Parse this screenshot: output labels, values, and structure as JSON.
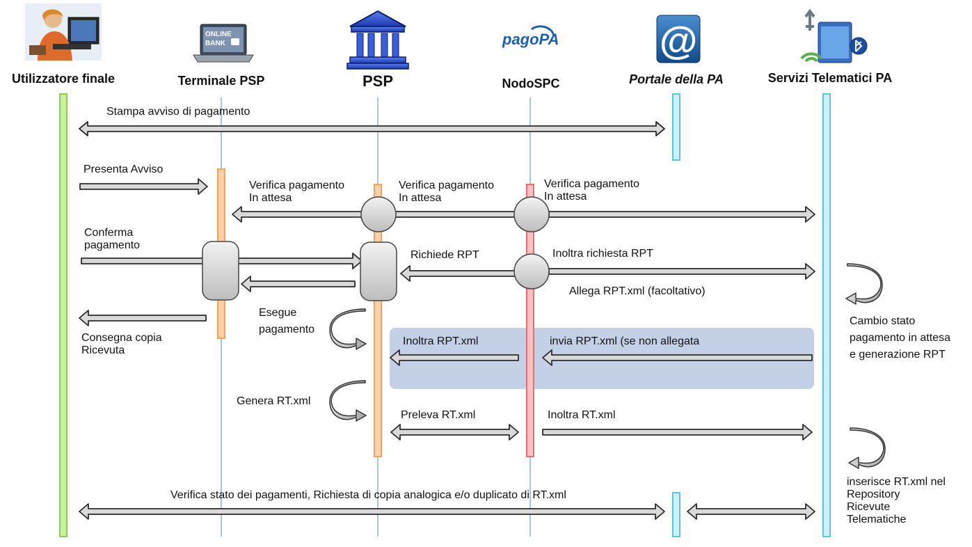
{
  "actors": [
    {
      "label": "Utilizzatore finale",
      "icon": "user-at-desk-icon"
    },
    {
      "label": "Terminale PSP",
      "icon": "online-bank-laptop-icon",
      "icon_text_1": "ONLINE",
      "icon_text_2": "BANK"
    },
    {
      "label": "PSP",
      "icon": "bank-building-icon"
    },
    {
      "label": "NodoSPC",
      "icon": "pagopa-logo",
      "logo_text": "pagoPA"
    },
    {
      "label": "Portale della PA",
      "icon": "at-sign-icon"
    },
    {
      "label": "Servizi Telematici PA",
      "icon": "network-services-icon"
    }
  ],
  "messages": {
    "stampa_avviso": "Stampa avviso di pagamento",
    "presenta_avviso": "Presenta Avviso",
    "verifica_1": [
      "Verifica pagamento",
      "In attesa"
    ],
    "verifica_2": [
      "Verifica pagamento",
      "In attesa"
    ],
    "verifica_3": [
      "Verifica pagamento",
      "In attesa"
    ],
    "conferma": [
      "Conferma",
      "pagamento"
    ],
    "richiede_rpt": "Richiede RPT",
    "inoltra_richiesta_rpt": "Inoltra richiesta RPT",
    "allega_rpt": "Allega RPT.xml (facoltativo)",
    "esegue": [
      "Esegue",
      "pagamento"
    ],
    "consegna": [
      "Consegna copia",
      "Ricevuta"
    ],
    "inoltra_rpt_xml": "Inoltra RPT.xml",
    "invia_rpt_xml": "invia RPT.xml (se non allegata",
    "cambio_stato": [
      "Cambio stato",
      "pagamento in attesa",
      "e generazione RPT"
    ],
    "genera_rt": "Genera RT.xml",
    "preleva_rt": "Preleva RT.xml",
    "inoltra_rt": "Inoltra RT.xml",
    "inserisce": [
      "inserisce RT.xml nel",
      "Repository",
      "Ricevute",
      "Telematiche"
    ],
    "verifica_stato": "Verifica stato dei pagamenti, Richiesta di copia analogica  e/o duplicato di RT.xml"
  },
  "colors": {
    "lifeline": "#6b9fd6",
    "arrow_fill": "#d9d9d9",
    "arrow_stroke": "#2b2b2b",
    "activation_user": "#c8f0a0",
    "activation_user_border": "#8ccc52",
    "activation_psp": "#ffd1a8",
    "activation_psp_border": "#f0a260",
    "activation_nodo": "#ffc0c0",
    "activation_nodo_border": "#e56f6f",
    "activation_pa": "#cdf0fa",
    "activation_pa_border": "#5bc3e6",
    "highlight_box": "#b8c8e0"
  }
}
